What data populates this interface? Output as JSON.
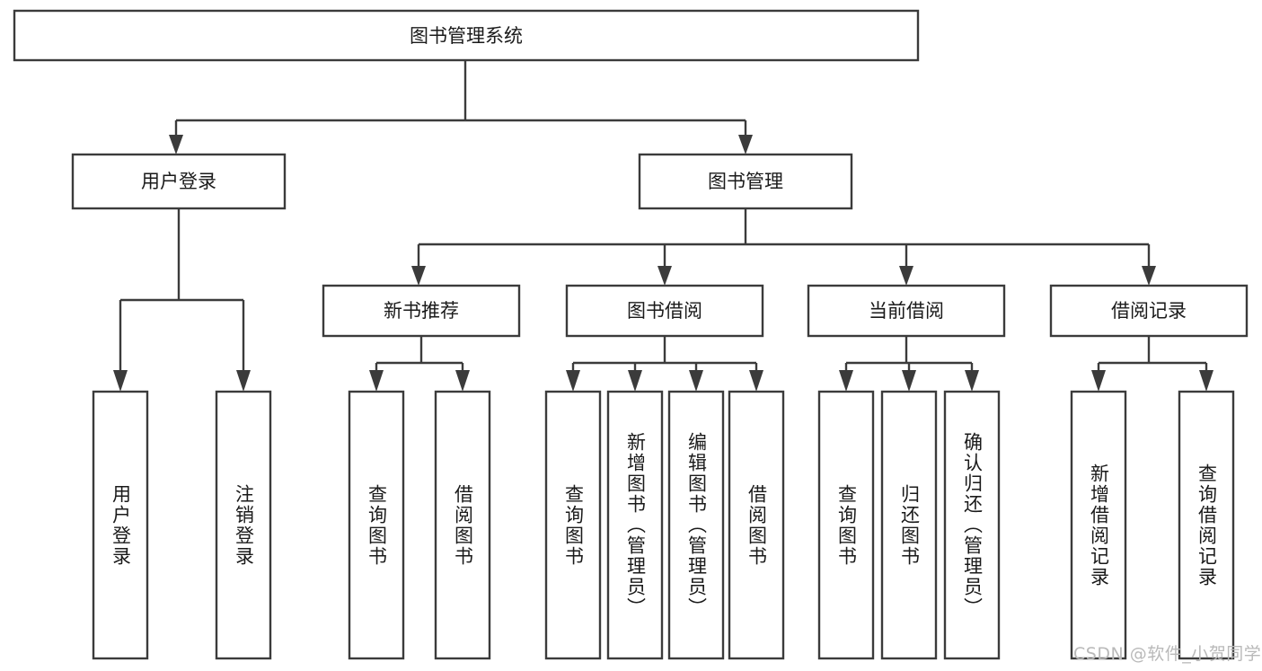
{
  "diagram": {
    "type": "tree-hierarchy",
    "title": "图书管理系统",
    "root": {
      "label": "图书管理系统",
      "level": 0
    },
    "level1": [
      {
        "label": "用户登录"
      },
      {
        "label": "图书管理"
      }
    ],
    "level2": [
      {
        "label": "新书推荐"
      },
      {
        "label": "图书借阅"
      },
      {
        "label": "当前借阅"
      },
      {
        "label": "借阅记录"
      }
    ],
    "leaves": {
      "user_login": [
        {
          "label": "用户登录"
        },
        {
          "label": "注销登录"
        }
      ],
      "new_book_recommend": [
        {
          "label": "查询图书"
        },
        {
          "label": "借阅图书"
        }
      ],
      "book_borrow": [
        {
          "label": "查询图书"
        },
        {
          "label": "新增图书（管理员）"
        },
        {
          "label": "编辑图书（管理员）"
        },
        {
          "label": "借阅图书"
        }
      ],
      "current_borrow": [
        {
          "label": "查询图书"
        },
        {
          "label": "归还图书"
        },
        {
          "label": "确认归还（管理员）"
        }
      ],
      "borrow_record": [
        {
          "label": "新增借阅记录"
        },
        {
          "label": "查询借阅记录"
        }
      ]
    }
  },
  "watermark": {
    "text": "CSDN @软件_小贺同学"
  },
  "colors": {
    "stroke": "#3b3b3b",
    "box_fill": "#ffffff",
    "text": "#1a1a1a",
    "watermark": "#b9b9b9",
    "background": "#ffffff"
  }
}
